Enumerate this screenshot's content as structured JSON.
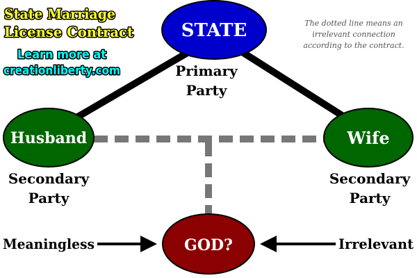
{
  "title": {
    "line1": "State Marriage",
    "line2": "License Contract"
  },
  "link": {
    "line1": "Learn more at",
    "line2": "creationliberty.com"
  },
  "note": {
    "line1": "The dotted line means an",
    "line2": "irrelevant connection",
    "line3": "according to the contract."
  },
  "nodes": {
    "state": {
      "label": "STATE",
      "color": "#0000cc"
    },
    "husband": {
      "label": "Husband",
      "color": "#006600"
    },
    "wife": {
      "label": "Wife",
      "color": "#006600"
    },
    "god": {
      "label": "GOD?",
      "color": "#8b0000"
    }
  },
  "roles": {
    "state": {
      "line1": "Primary",
      "line2": "Party"
    },
    "husband": {
      "line1": "Secondary",
      "line2": "Party"
    },
    "wife": {
      "line1": "Secondary",
      "line2": "Party"
    }
  },
  "side_labels": {
    "left": "Meaningless",
    "right": "Irrelevant"
  },
  "colors": {
    "solid_connector": "#000000",
    "dotted_connector": "#777777"
  }
}
